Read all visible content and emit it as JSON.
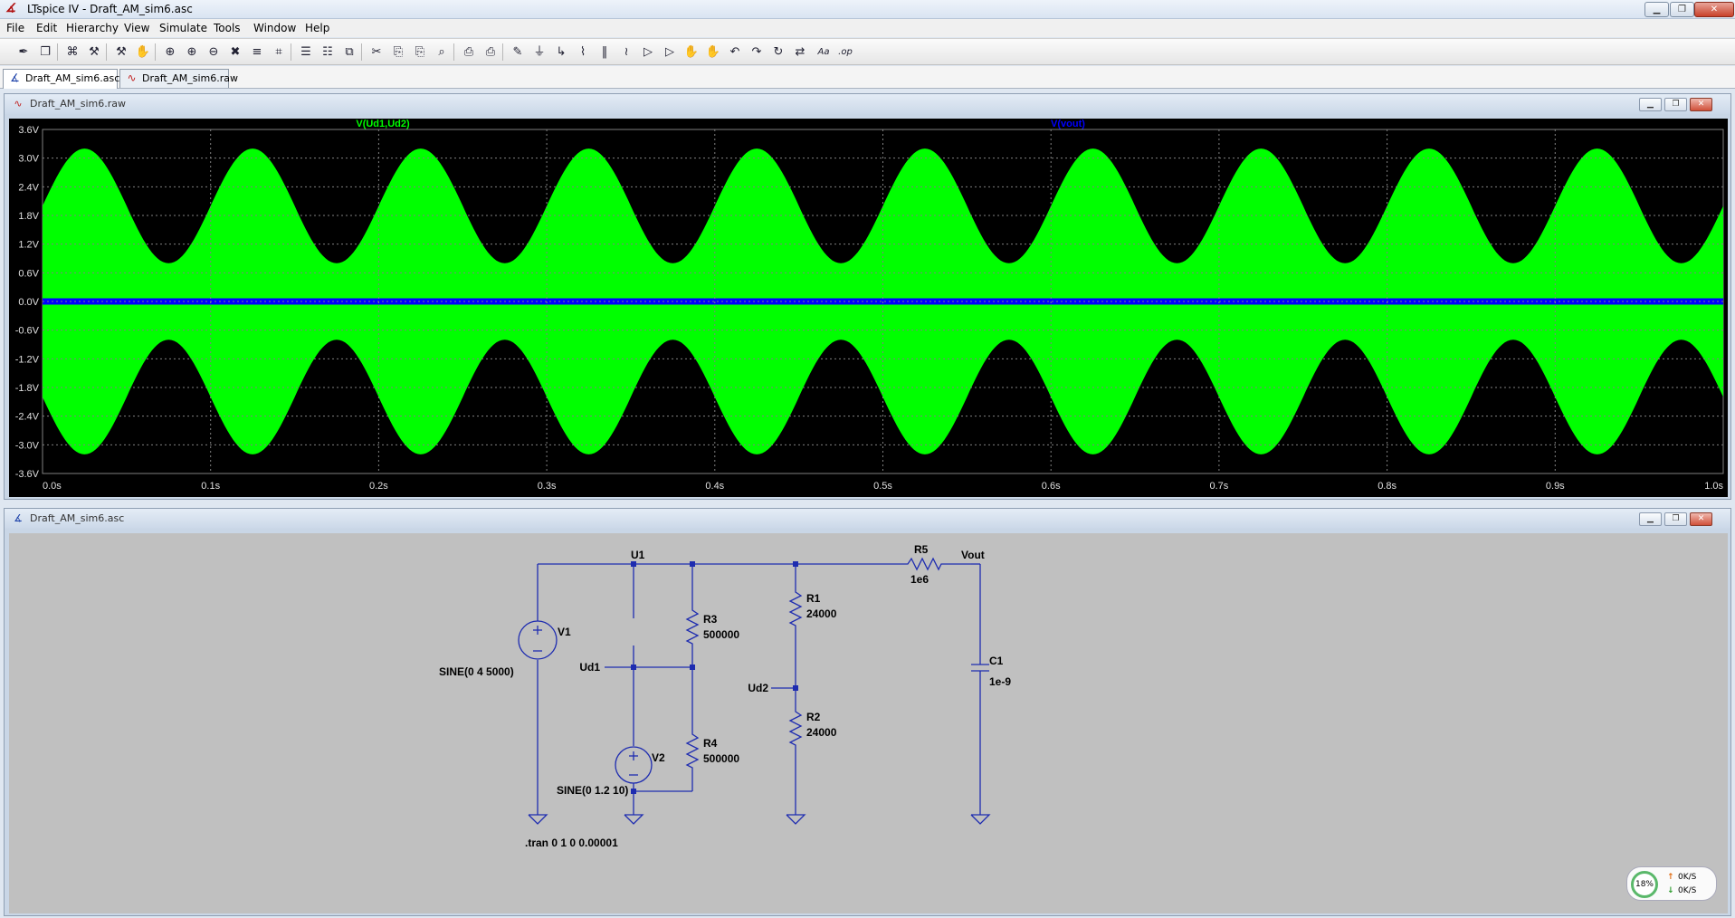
{
  "window": {
    "title": "LTspice IV - Draft_AM_sim6.asc",
    "logo_glyph": "∡"
  },
  "menu": [
    "File",
    "Edit",
    "Hierarchy",
    "View",
    "Simulate",
    "Tools",
    "Window",
    "Help"
  ],
  "toolbar": {
    "icons": [
      "new-schematic-icon",
      "open-icon",
      "save-icon",
      "control-panel-icon",
      "run-icon",
      "halt-icon",
      "zoom-in-icon",
      "pan-icon",
      "zoom-out-icon",
      "zoom-fit-icon",
      "autorange-icon",
      "grid-icon",
      "tile-horizontal-icon",
      "tile-vertical-icon",
      "cascade-icon",
      "cut-icon",
      "copy-icon",
      "paste-icon",
      "find-icon",
      "print-setup-icon",
      "print-icon",
      "draw-wire-icon",
      "ground-icon",
      "label-net-icon",
      "resistor-icon",
      "capacitor-icon",
      "inductor-icon",
      "diode-icon",
      "component-icon",
      "move-icon",
      "drag-icon",
      "undo-icon",
      "redo-icon",
      "rotate-icon",
      "mirror-icon",
      "text-icon",
      "spice-directive-icon"
    ],
    "glyphs": [
      "✒",
      "❐",
      "⌘",
      "⚒",
      "⚒",
      "✋",
      "⊕",
      "⊕",
      "⊖",
      "✖",
      "≡",
      "⌗",
      "☰",
      "☷",
      "⧉",
      "✂",
      "⎘",
      "⎘",
      "⌕",
      "⎙",
      "⎙",
      "✎",
      "⏚",
      "↳",
      "⌇",
      "‖",
      "≀",
      "▷",
      "▷",
      "✋",
      "✋",
      "↶",
      "↷",
      "↻",
      "⇄",
      "Aa",
      ".op"
    ]
  },
  "tabs": [
    {
      "label": "Draft_AM_sim6.asc",
      "icon": "schematic-tab-icon",
      "glyph": "∡"
    },
    {
      "label": "Draft_AM_sim6.raw",
      "icon": "waveform-tab-icon",
      "glyph": "∿"
    }
  ],
  "plot_window": {
    "title": "Draft_AM_sim6.raw",
    "traces": [
      {
        "label": "V(Ud1,Ud2)",
        "color": "#00ff00"
      },
      {
        "label": "V(vout)",
        "color": "#0000ff"
      }
    ]
  },
  "chart_data": {
    "type": "line",
    "xlabel": "",
    "ylabel": "",
    "x_ticks": [
      "0.0s",
      "0.1s",
      "0.2s",
      "0.3s",
      "0.4s",
      "0.5s",
      "0.6s",
      "0.7s",
      "0.8s",
      "0.9s",
      "1.0s"
    ],
    "y_ticks": [
      "3.6V",
      "3.0V",
      "2.4V",
      "1.8V",
      "1.2V",
      "0.6V",
      "0.0V",
      "-0.6V",
      "-1.2V",
      "-1.8V",
      "-2.4V",
      "-3.0V",
      "-3.6V"
    ],
    "xlim": [
      0,
      1.0
    ],
    "ylim": [
      -3.6,
      3.6
    ],
    "grid": true,
    "background": "#000000",
    "series": [
      {
        "name": "V(Ud1,Ud2)",
        "color": "#00ff00",
        "kind": "am_envelope",
        "envelope_center": 2.0,
        "envelope_amplitude": 1.2,
        "envelope_frequency_hz": 10
      },
      {
        "name": "V(vout)",
        "color": "#0000ff",
        "kind": "constant",
        "value": 0.0
      }
    ]
  },
  "schematic_window": {
    "title": "Draft_AM_sim6.asc",
    "labels": {
      "U1": "U1",
      "Vout": "Vout",
      "Ud1": "Ud1",
      "Ud2": "Ud2",
      "V1": "V1",
      "V1_value": "SINE(0 4 5000)",
      "V2": "V2",
      "V2_value": "SINE(0 1.2 10)",
      "R1": "R1",
      "R1_value": "24000",
      "R2": "R2",
      "R2_value": "24000",
      "R3": "R3",
      "R3_value": "500000",
      "R4": "R4",
      "R4_value": "500000",
      "R5": "R5",
      "R5_value": "1e6",
      "C1": "C1",
      "C1_value": "1e-9",
      "directive": ".tran 0 1 0 0.00001"
    }
  },
  "net_widget": {
    "cpu": "18%",
    "up": "0K/S",
    "down": "0K/S",
    "up_color": "#e06a10",
    "down_color": "#2a9a2a"
  }
}
